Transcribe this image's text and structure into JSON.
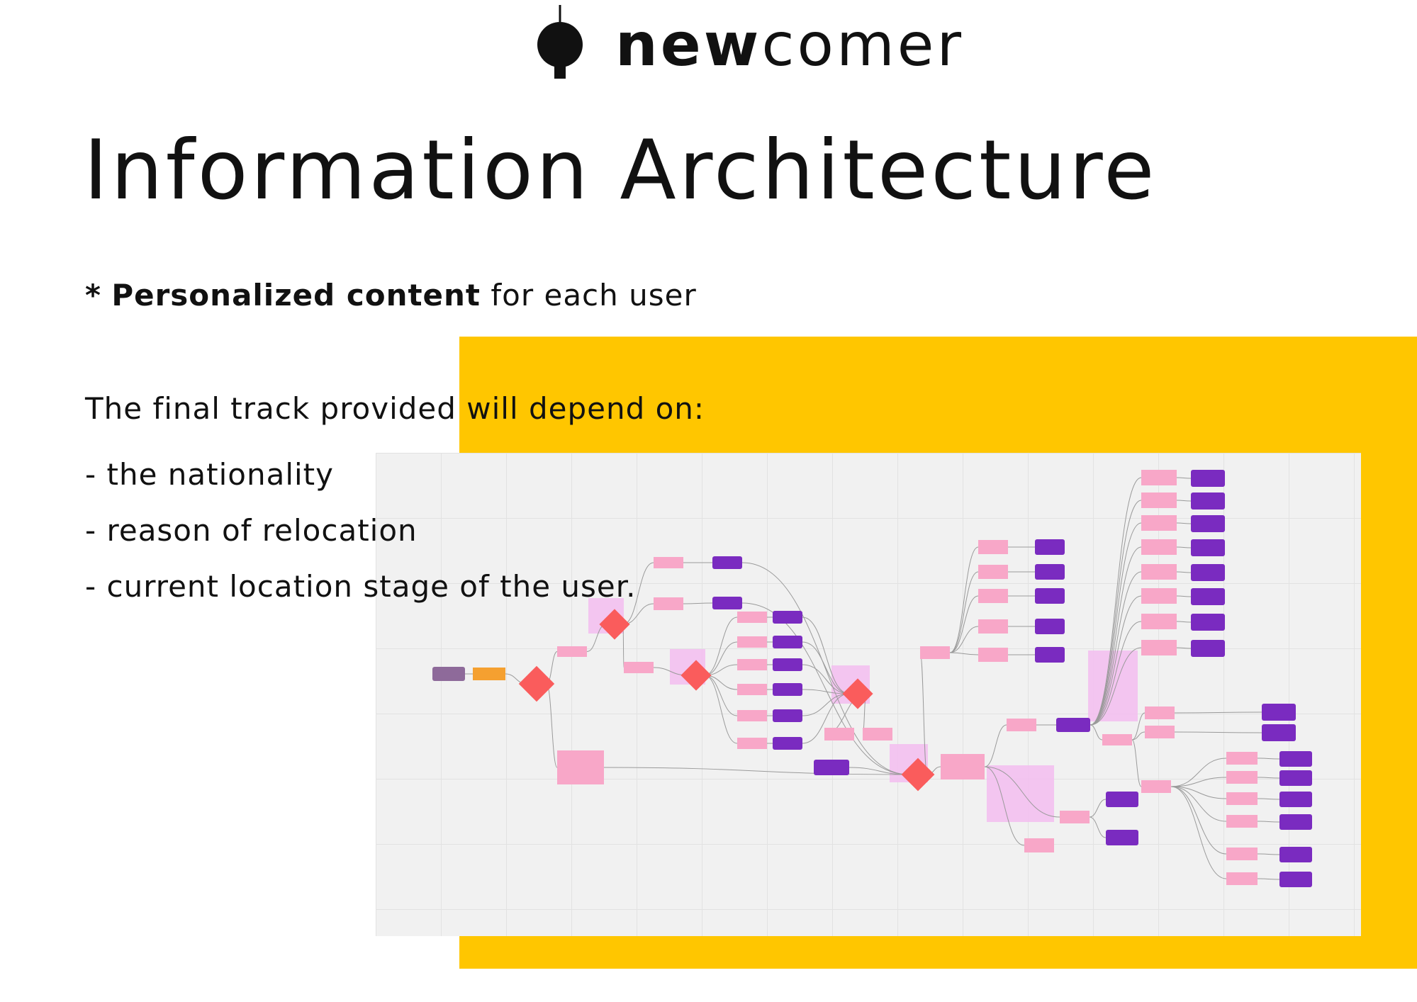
{
  "brand": {
    "name_bold": "new",
    "name_rest": "comer",
    "logo_icon": "pushpin-globe-icon"
  },
  "page_title": "Information Architecture",
  "subtitle": {
    "bullet": "*",
    "strong": "Personalized content",
    "rest": "for each user"
  },
  "intro": "The final track provided will depend on:",
  "criteria": [
    "- the nationality",
    "- reason of relocation",
    "- current location stage of the user."
  ],
  "colors": {
    "accent_yellow": "#FFC600",
    "start_node": "#8E6A9A",
    "questions_node": "#F5A030",
    "decision_diamond": "#FA5C5C",
    "pink_node": "#F8A7C8",
    "purple_node": "#7A2BC0",
    "highlight": "#F3BDF0"
  }
}
